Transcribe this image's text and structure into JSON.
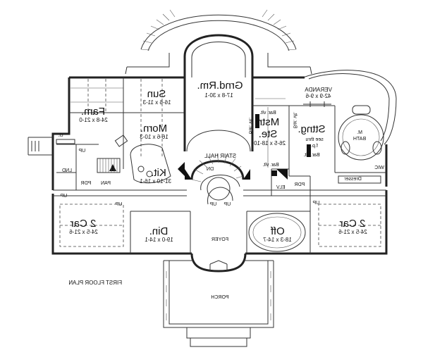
{
  "rooms": {
    "grand": {
      "name": "Grnd.Rm.",
      "dim": "17-8 x 30-1"
    },
    "sun": {
      "name": "Sun",
      "dim": "16-6 x 11-3"
    },
    "fam": {
      "name": "Fam.",
      "dim": "24-8 x 21-0"
    },
    "morn": {
      "name": "Morn.",
      "dim": "16-6 x 10-3"
    },
    "kit": {
      "name": "Kit.",
      "dim": "31-10 x 16-1"
    },
    "mstr": {
      "name1": "Mstr.",
      "name2": "Ste.",
      "dim": "26-5 x 18-10"
    },
    "sitting": {
      "name": "Sttng.",
      "dim1": "see thru",
      "dim2": "f.p."
    },
    "veranda": {
      "name": "VERANDA",
      "dim": "42-9 x 9-6"
    },
    "garage_left": {
      "name": "2 Car",
      "dim": "24-5 x 21-6"
    },
    "garage_right": {
      "name": "2 Car",
      "dim": "24-5 x 21-6"
    },
    "din": {
      "name": "Din.",
      "dim": "19-0 x 14-1"
    },
    "off": {
      "name": "Off",
      "dim": "18-3 x 14-7"
    }
  },
  "labels": {
    "stair_hall": "STAIR HALL",
    "foyer": "FOYER",
    "porch": "PORCH",
    "plan_title": "FIRST FLOOR PLAN",
    "bath_m": "M.",
    "bath": "BATH",
    "wic": "WIC",
    "dresser": "Dresser",
    "elv": "ELV",
    "pdr_right": "PDR",
    "pdr_left": "PDR",
    "pan": "PAN",
    "lnd": "LND",
    "cl": "cl.",
    "dn": "DN",
    "up": "UP",
    "bar_vlt": "Bar. vlt."
  }
}
